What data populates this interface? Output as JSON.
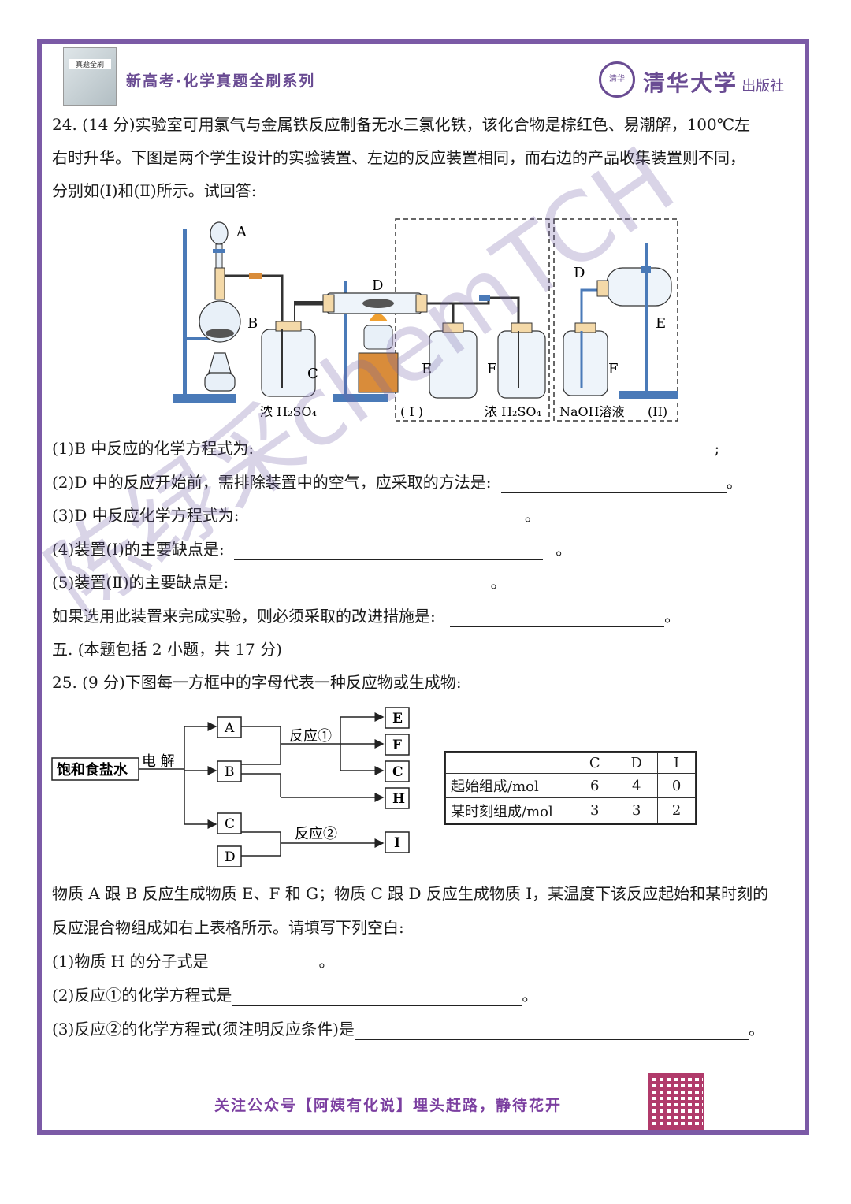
{
  "header": {
    "series_title": "新高考·化学真题全刷系列",
    "book_thumb_text": "真题全刷",
    "publisher_logo_text": "清华",
    "publisher_name": "清华大学",
    "publisher_suffix": "出版社"
  },
  "q24": {
    "intro_1": "24.   (14 分)实验室可用氯气与金属铁反应制备无水三氯化铁，该化合物是棕红色、易潮解，100℃左",
    "intro_2": "右时升华。下图是两个学生设计的实验装置、左边的反应装置相同，而右边的产品收集装置则不同，",
    "intro_3": "分别如(Ⅰ)和(Ⅱ)所示。试回答:",
    "diagram": {
      "A": "A",
      "B": "B",
      "C": "C",
      "D": "D",
      "E": "E",
      "F": "F",
      "D2": "D",
      "E2": "E",
      "F2": "F",
      "label_c": "浓 H₂SO₄",
      "label_f": "浓 H₂SO₄",
      "label_naoh": "NaOH溶液",
      "label_I": "( I )",
      "label_II": "(II)"
    },
    "q1": "(1)B 中反应的化学方程式为:",
    "q1_end": ";",
    "q2": "(2)D 中的反应开始前，需排除装置中的空气，应采取的方法是:",
    "q2_end": "。",
    "q3": "(3)D 中反应化学方程式为:",
    "q3_end": "。",
    "q4": "(4)装置(Ⅰ)的主要缺点是:",
    "q4_end": "。",
    "q5": "(5)装置(Ⅱ)的主要缺点是:",
    "q5_end": "。",
    "q6": "如果选用此装置来完成实验，则必须采取的改进措施是:",
    "q6_end": "。"
  },
  "section5": "五.  (本题包括 2 小题，共 17 分)",
  "q25": {
    "intro": "25.   (9 分)下图每一方框中的字母代表一种反应物或生成物:",
    "flow": {
      "source": "饱和食盐水",
      "electrolysis": "电 解",
      "reaction1": "反应①",
      "reaction2": "反应②",
      "boxes": [
        "A",
        "B",
        "C",
        "D",
        "E",
        "F",
        "C",
        "H",
        "I"
      ]
    },
    "table": {
      "headers": [
        "",
        "C",
        "D",
        "I"
      ],
      "rows": [
        {
          "label": "起始组成/mol",
          "values": [
            "6",
            "4",
            "0"
          ]
        },
        {
          "label": "某时刻组成/mol",
          "values": [
            "3",
            "3",
            "2"
          ]
        }
      ]
    },
    "text_1": "物质 A 跟 B 反应生成物质 E、F 和 G；物质 C 跟 D 反应生成物质 I，某温度下该反应起始和某时刻的",
    "text_2": "反应混合物组成如右上表格所示。请填写下列空白:",
    "q1": "(1)物质 H 的分子式是",
    "q1_end": "。",
    "q2": "(2)反应①的化学方程式是",
    "q2_end": "。",
    "q3": "(3)反应②的化学方程式(须注明反应条件)是",
    "q3_end": "。"
  },
  "watermark": "陈绿采chemTCH",
  "footer": {
    "text": "关注公众号【阿姨有化说】埋头赶路，静待花开"
  }
}
